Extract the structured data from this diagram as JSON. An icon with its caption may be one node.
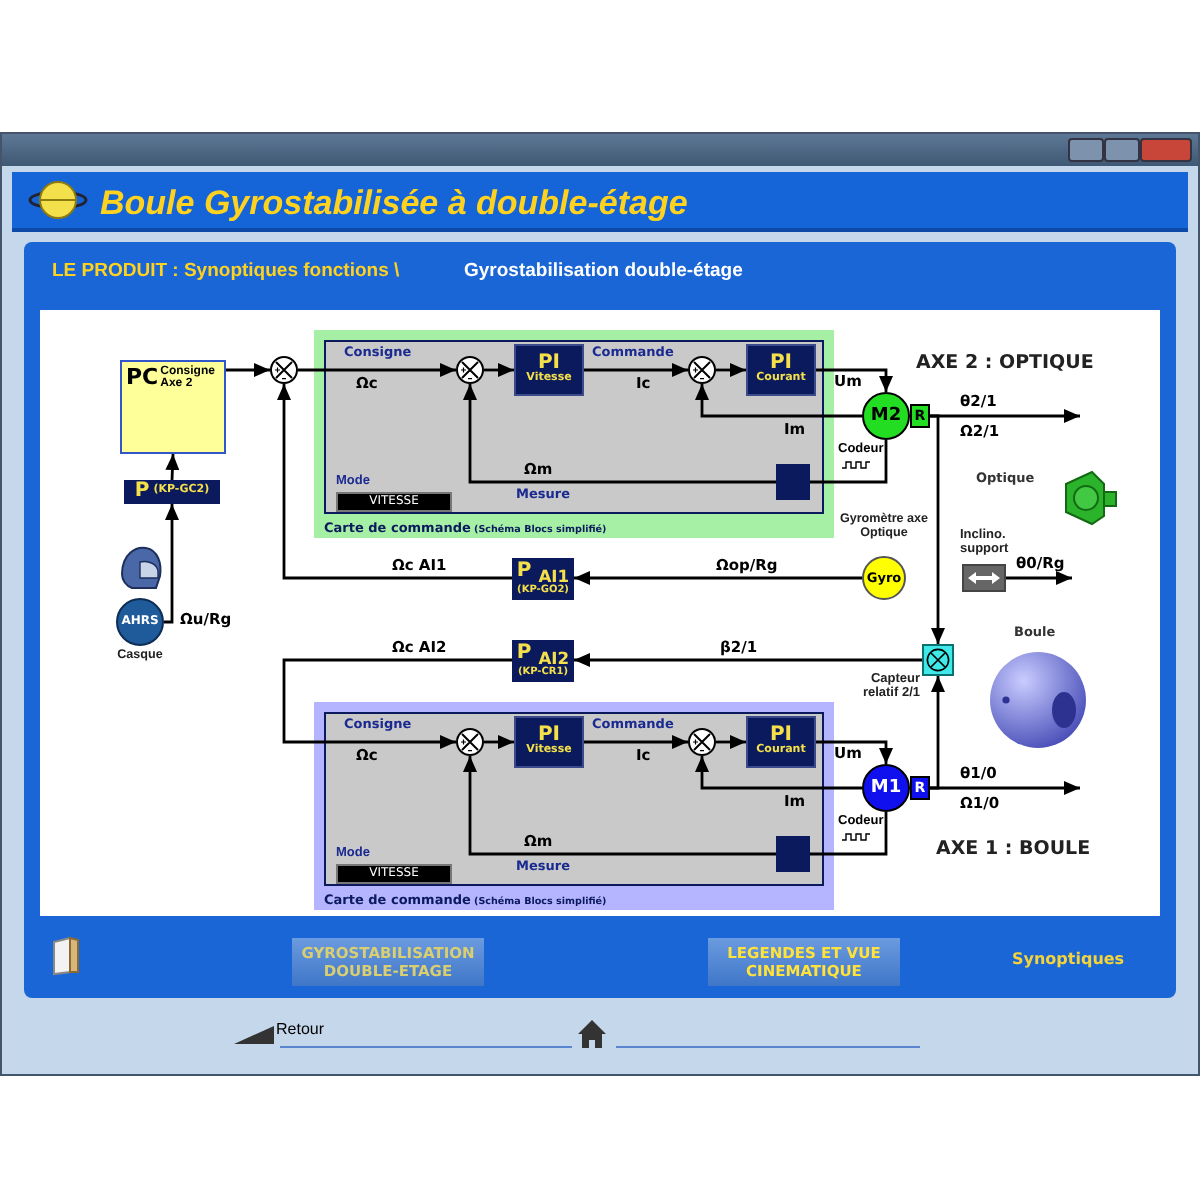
{
  "diagram": {
    "title": "Boule Gyrostabilisée à double-étage",
    "nodes": [
      {
        "text": [
          "PC",
          "Consigne Axe 2"
        ]
      },
      {
        "text": [],
        "shape": "circle"
      },
      {
        "text": [
          "Carte de commande",
          "(Schéma Blocs simplifié)"
        ]
      },
      {
        "text": [],
        "shape": "circle",
        "in": 2
      },
      {
        "text": [
          "PI",
          "Vitesse"
        ],
        "in": 2
      },
      {
        "text": [],
        "shape": "circle",
        "in": 2
      },
      {
        "text": [
          "PI",
          "Courant"
        ],
        "in": 2
      },
      {
        "text": [],
        "shape": "box",
        "in": 2
      },
      {
        "text": [
          "VITESSE"
        ],
        "beside": [
          "Mode"
        ],
        "in": 2
      },
      {
        "text": [
          "M2"
        ]
      },
      {
        "text": [
          "R"
        ]
      },
      {
        "text": [
          "P",
          "(KP-GC2)"
        ]
      },
      {
        "text": [
          "AHRS"
        ],
        "beside": [
          "Casque"
        ]
      },
      {
        "text": [
          "P $_{AI1}$",
          "(KP-GO2)"
        ]
      },
      {
        "text": [
          "Gyro"
        ],
        "beside": [
          "Gyromètre axe Optique"
        ]
      },
      {
        "text": [
          "Inclino. support"
        ]
      },
      {
        "text": [
          "Capteur relatif 2/1"
        ]
      },
      {
        "text": [
          "P $_{AI2}$",
          "(KP-CR1)"
        ]
      },
      {
        "text": [
          "Carte de commande",
          "(Schéma Blocs simplifié)"
        ]
      },
      {
        "text": [],
        "shape": "circle",
        "in": 18
      },
      {
        "text": [
          "PI",
          "Vitesse"
        ],
        "in": 18
      },
      {
        "text": [],
        "shape": "circle",
        "in": 18
      },
      {
        "text": [
          "PI",
          "Courant"
        ],
        "in": 18
      },
      {
        "text": [],
        "shape": "box",
        "in": 18
      },
      {
        "text": [
          "VITESSE"
        ],
        "beside": [
          "Mode"
        ],
        "in": 18
      },
      {
        "text": [
          "M1"
        ]
      },
      {
        "text": [
          "R"
        ]
      }
    ],
    "edges": [
      {
        "from": 0,
        "to": 1,
        "arrow": "to"
      },
      {
        "from": 1,
        "to": 3,
        "arrow": "to",
        "label": "Ωc"
      },
      {
        "from": 3,
        "to": 4,
        "arrow": "to"
      },
      {
        "from": 4,
        "to": 5,
        "arrow": "to",
        "label": "Ic"
      },
      {
        "from": 5,
        "to": 6,
        "arrow": "to"
      },
      {
        "from": 6,
        "to": 9,
        "arrow": "to",
        "label": "Um"
      },
      {
        "from": 9,
        "to": 5,
        "arrow": "to",
        "label": "Im"
      },
      {
        "from": 9,
        "to": 7,
        "arrow": "none",
        "label": "Codeur"
      },
      {
        "from": 7,
        "to": 3,
        "arrow": "to",
        "label": "Ωm"
      },
      {
        "from": 10,
        "to": null,
        "arrow": "to",
        "label": "θ2/1"
      },
      {
        "from": 10,
        "to": 16,
        "arrow": "to"
      },
      {
        "from": 14,
        "to": 13,
        "arrow": "to",
        "label": "Ωop/Rg"
      },
      {
        "from": 13,
        "to": 1,
        "arrow": "to",
        "label": "Ωc AI1"
      },
      {
        "from": 12,
        "to": 11,
        "arrow": "to",
        "label": "Ωu/Rg"
      },
      {
        "from": 11,
        "to": 0,
        "arrow": "to"
      },
      {
        "from": 15,
        "to": null,
        "arrow": "to",
        "label": "θ0/Rg"
      },
      {
        "from": 16,
        "to": 17,
        "arrow": "to",
        "label": "β2/1"
      },
      {
        "from": 17,
        "to": 19,
        "arrow": "to",
        "label": "Ωc AI2"
      },
      {
        "from": 19,
        "to": 20,
        "arrow": "to"
      },
      {
        "from": 20,
        "to": 21,
        "arrow": "to",
        "label": "Ic"
      },
      {
        "from": 21,
        "to": 22,
        "arrow": "to"
      },
      {
        "from": 22,
        "to": 25,
        "arrow": "to",
        "label": "Um"
      },
      {
        "from": 25,
        "to": 21,
        "arrow": "to",
        "label": "Im"
      },
      {
        "from": 25,
        "to": 23,
        "arrow": "none",
        "label": "Codeur"
      },
      {
        "from": 23,
        "to": 19,
        "arrow": "to",
        "label": "Ωm"
      },
      {
        "from": 26,
        "to": null,
        "arrow": "to",
        "label": "θ1/0"
      },
      {
        "from": 26,
        "to": 16,
        "arrow": "to"
      }
    ],
    "labels": [
      "LE PRODUIT : Synoptiques fonctions \\",
      "Gyrostabilisation double-étage",
      "Consigne",
      "Commande",
      "AXE 2 : OPTIQUE",
      "Ω2/1",
      "Mesure",
      "Optique",
      "Boule",
      "Consigne",
      "Ωc",
      "Commande",
      "Ω1/0",
      "Mesure",
      "AXE 1 : BOULE",
      "GYROSTABILISATION DOUBLE-ETAGE",
      "LEGENDES ET VUE CINEMATIQUE",
      "Synoptiques",
      "Retour"
    ]
  }
}
